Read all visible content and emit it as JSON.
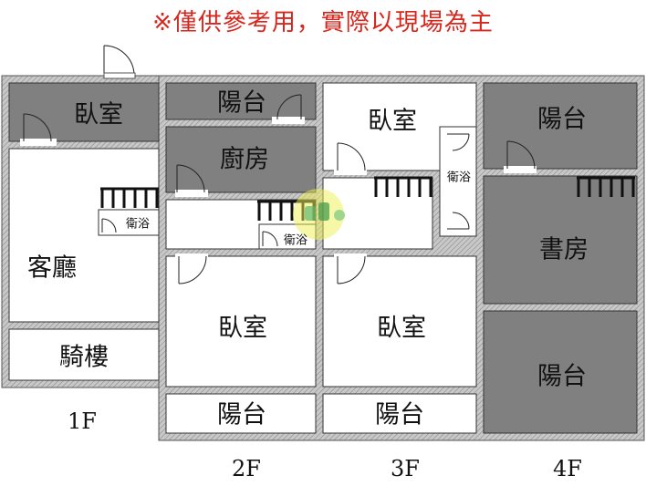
{
  "disclaimer": "※僅供參考用，實際以現場為主",
  "colors": {
    "wall": "#b8b8b8",
    "shaded_room": "#808080",
    "stairs": "#111111",
    "disclaimer": "#d9261c",
    "watermark": "#e8e84a"
  },
  "icons": [
    "door-swing-icon",
    "stairs-icon",
    "watermark-logo-icon"
  ],
  "floors": [
    {
      "label": "1F",
      "rooms": [
        {
          "name": "臥室",
          "shaded": true
        },
        {
          "name": "客廳",
          "shaded": false
        },
        {
          "name": "衛浴",
          "shaded": false
        },
        {
          "name": "騎樓",
          "shaded": false
        }
      ]
    },
    {
      "label": "2F",
      "rooms": [
        {
          "name": "陽台",
          "shaded": true
        },
        {
          "name": "廚房",
          "shaded": true
        },
        {
          "name": "衛浴",
          "shaded": false
        },
        {
          "name": "臥室",
          "shaded": false
        },
        {
          "name": "陽台",
          "shaded": false
        }
      ]
    },
    {
      "label": "3F",
      "rooms": [
        {
          "name": "臥室",
          "shaded": false
        },
        {
          "name": "衛浴",
          "shaded": false
        },
        {
          "name": "臥室",
          "shaded": false
        },
        {
          "name": "陽台",
          "shaded": false
        }
      ]
    },
    {
      "label": "4F",
      "rooms": [
        {
          "name": "陽台",
          "shaded": true
        },
        {
          "name": "書房",
          "shaded": true
        },
        {
          "name": "陽台",
          "shaded": true
        }
      ]
    }
  ]
}
